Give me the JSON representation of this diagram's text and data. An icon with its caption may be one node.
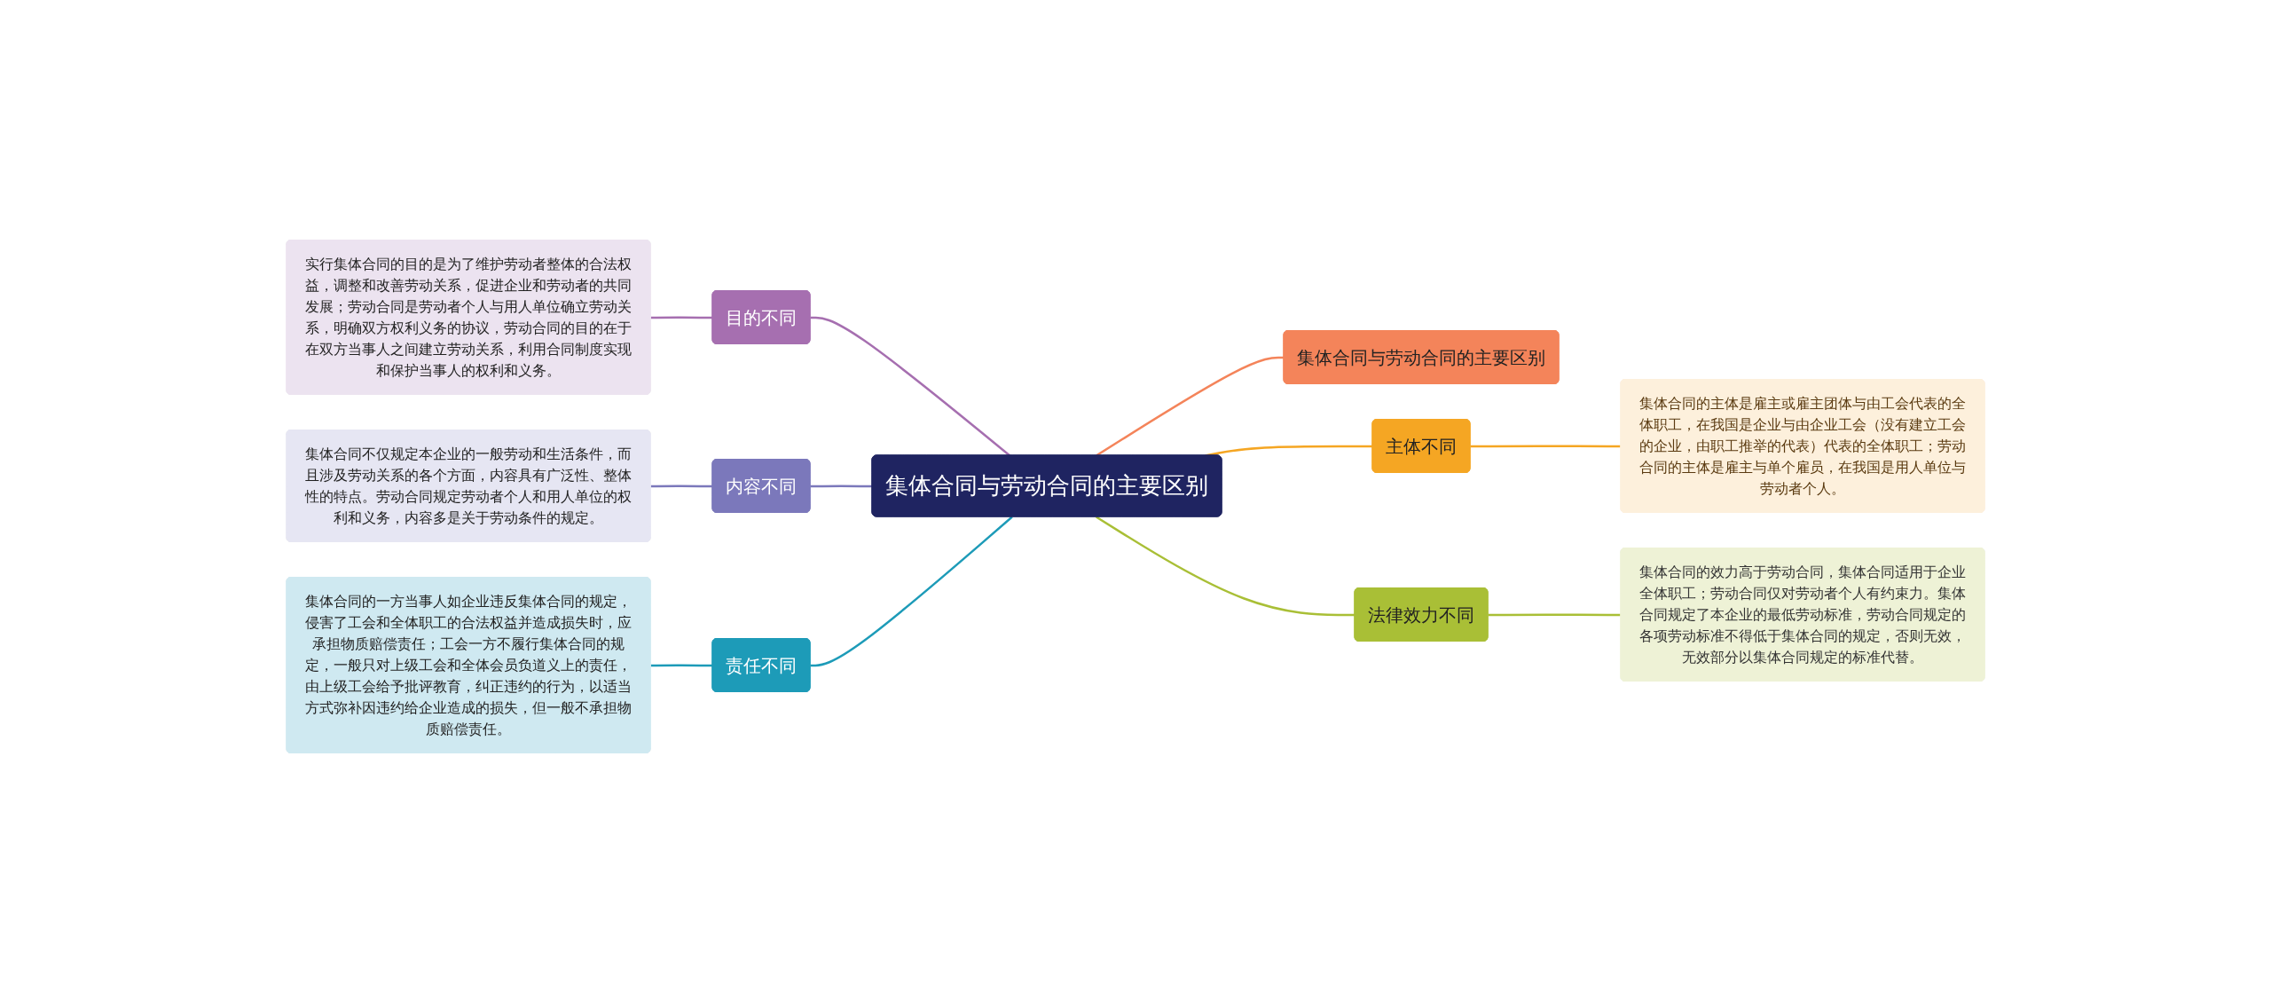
{
  "diagram": {
    "nodes": [
      {
        "text": [
          "集体合同与劳动合同的主要区别"
        ]
      },
      {
        "text": [
          "目的不同"
        ]
      },
      {
        "text": [
          "实行集体合同的目的是为了维护劳动者整体的合法权益，调整和改善劳动关系，促进企业和劳动者的共同发展；劳动合同是劳动者个人与用人单位确立劳动关系，明确双方权利义务的协议，劳动合同的目的在于在双方当事人之间建立劳动关系，利用合同制度实现和保护当事人的权利和义务。"
        ]
      },
      {
        "text": [
          "内容不同"
        ]
      },
      {
        "text": [
          "集体合同不仅规定本企业的一般劳动和生活条件，而且涉及劳动关系的各个方面，内容具有广泛性、整体性的特点。劳动合同规定劳动者个人和用人单位的权利和义务，内容多是关于劳动条件的规定。"
        ]
      },
      {
        "text": [
          "责任不同"
        ]
      },
      {
        "text": [
          "集体合同的一方当事人如企业违反集体合同的规定，侵害了工会和全体职工的合法权益并造成损失时，应承担物质赔偿责任；工会一方不履行集体合同的规定，一般只对上级工会和全体会员负道义上的责任，由上级工会给予批评教育，纠正违约的行为，以适当方式弥补因违约给企业造成的损失，但一般不承担物质赔偿责任。"
        ]
      },
      {
        "text": [
          "集体合同与劳动合同的主要区别"
        ]
      },
      {
        "text": [
          "主体不同"
        ]
      },
      {
        "text": [
          "集体合同的主体是雇主或雇主团体与由工会代表的全体职工，在我国是企业与由企业工会（没有建立工会的企业，由职工推举的代表）代表的全体职工；劳动合同的主体是雇主与单个雇员，在我国是用人单位与劳动者个人。"
        ]
      },
      {
        "text": [
          "法律效力不同"
        ]
      },
      {
        "text": [
          "集体合同的效力高于劳动合同，集体合同适用于企业全体职工；劳动合同仅对劳动者个人有约束力。集体合同规定了本企业的最低劳动标准，劳动合同规定的各项劳动标准不得低于集体合同的规定，否则无效，无效部分以集体合同规定的标准代替。"
        ]
      }
    ],
    "edges": [
      {
        "from": 2,
        "to": 1,
        "arrow": "none",
        "color": "#a66fb0"
      },
      {
        "from": 1,
        "to": 0,
        "arrow": "none",
        "color": "#a66fb0"
      },
      {
        "from": 4,
        "to": 3,
        "arrow": "none",
        "color": "#7b78bb"
      },
      {
        "from": 3,
        "to": 0,
        "arrow": "none",
        "color": "#7b78bb"
      },
      {
        "from": 6,
        "to": 5,
        "arrow": "none",
        "color": "#1d9bb8"
      },
      {
        "from": 5,
        "to": 0,
        "arrow": "none",
        "color": "#1d9bb8"
      },
      {
        "from": 0,
        "to": 7,
        "arrow": "none",
        "color": "#f4845a"
      },
      {
        "from": 0,
        "to": 8,
        "arrow": "none",
        "color": "#f5a623"
      },
      {
        "from": 8,
        "to": 9,
        "arrow": "none",
        "color": "#f5a623"
      },
      {
        "from": 0,
        "to": 10,
        "arrow": "none",
        "color": "#a9bf36"
      },
      {
        "from": 10,
        "to": 11,
        "arrow": "none",
        "color": "#a9bf36"
      }
    ]
  }
}
